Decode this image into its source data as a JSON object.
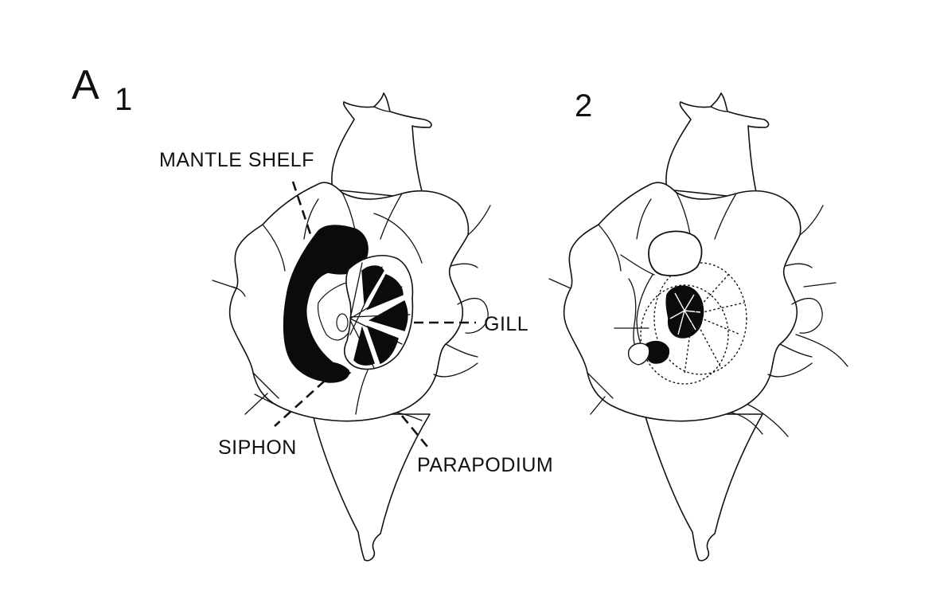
{
  "panels": {
    "a": {
      "letter": "A",
      "number": "1"
    },
    "b": {
      "number": "2"
    }
  },
  "labels": {
    "mantle_shelf": "MANTLE SHELF",
    "gill": "GILL",
    "siphon": "SIPHON",
    "parapodium": "PARAPODIUM"
  }
}
